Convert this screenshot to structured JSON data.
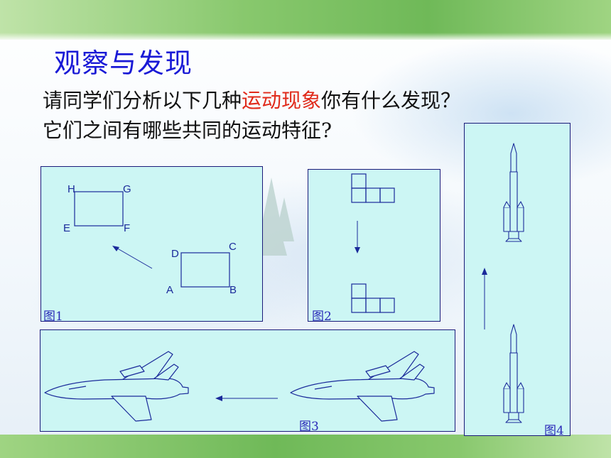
{
  "slide": {
    "title": "观察与发现",
    "question_line1_before": "请同学们分析以下几种",
    "question_line1_highlight": "运动现象",
    "question_line1_after": "你有什么发现？",
    "question_line2": "它们之间有哪些共同的运动特征?",
    "colors": {
      "title": "#1a1ad6",
      "highlight": "#e02a1a",
      "panel_fill": "#ccf6f4",
      "panel_border": "#1a1a7a",
      "figure_stroke": "#1a2a9a"
    }
  },
  "figures": {
    "fig1": {
      "caption": "图1",
      "labels": {
        "H": "H",
        "G": "G",
        "E": "E",
        "F": "F",
        "D": "D",
        "C": "C",
        "A": "A",
        "B": "B"
      }
    },
    "fig2": {
      "caption": "图2"
    },
    "fig3": {
      "caption": "图3"
    },
    "fig4": {
      "caption": "图4"
    }
  }
}
